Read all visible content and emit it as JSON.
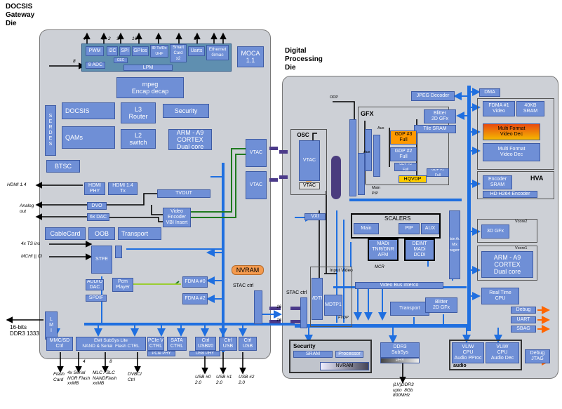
{
  "titles": {
    "left_die": "DOCSIS\nGateway\nDie",
    "right_die": "Digital\nProcessing\nDie"
  },
  "left_blocks": {
    "pwm": "PWM",
    "i2c": "I2C",
    "spi": "SPI",
    "gpios": "GPIos",
    "ir_uhf": "IR Tx/Rx\nUHF",
    "smart_card": "Smart\nCard\nx2",
    "uarts": "Uarts",
    "ethernet": "Ethernet\nGmac",
    "moca": "MOCA\n1.1",
    "adc": "8 ADC",
    "cec": "CEC",
    "lpm": "LPM",
    "mpeg": "mpeg\nEncap decap",
    "docsis": "DOCSIS",
    "l3_router": "L3\nRouter",
    "security": "Security",
    "serdes": "S\nE\nR\nD\nE\nS",
    "qams": "QAMs",
    "l2_switch": "L2\nswitch",
    "arm_a9": "ARM - A9\nCORTEX\nDual core",
    "btsc": "BTSC",
    "hdmi_phy": "HDMI\nPHY",
    "hdmi_tx": "HDMI 1.4\nTx",
    "tvout": "TVOUT",
    "dvo": "DVO",
    "dac6x": "6x DAC",
    "video_encoder": "Video\nEncoder\nVBI Insert",
    "vtac_top": "VTAC",
    "vtac_bottom": "VTAC",
    "cablecard": "CableCard",
    "oob": "OOB",
    "transport": "Transport",
    "stfe": "STFE",
    "nvram": "NVRAM",
    "audio_dac": "AUDIO\nDAC",
    "pcm_player": "Pcm\nPlayer",
    "spdif": "SPDIF",
    "fdma0": "FDMA #0",
    "fdma2": "FDMA #2",
    "stac_ctrl": "STAC ctrl",
    "lmi": "L\nM\nI",
    "mmc_sd": "MMC/SD\nCtrl",
    "emi": "EMI SubSys Lite\nNAND & Serial  Flash CTRL",
    "pcie_ctrl": "PCIe V\nCTRL",
    "pcie_phy": "PCIe PHY",
    "sata": "SATA\nCTRL",
    "usb0": "Ctrl\nUSB#0",
    "usb0_phy": "USB PHY",
    "usb1": "Ctrl\nUSB",
    "usb2": "Ctrl\nUSB"
  },
  "right_blocks": {
    "jpeg": "JPEG Decoder",
    "dma": "DMA",
    "fdma1": "FDMA #1\nVideo",
    "sram40": "40KB\nSRAM",
    "mf_dec1": "Multi Format\nVideo Dec",
    "mf_dec2": "Multi Format\nVideo Dec",
    "blitter_top": "Blitter\n2D GFx",
    "tile_sram": "Tile SRAM",
    "gfx": "GFX",
    "gdp3": "GDP #3\nFull",
    "gdp2": "GDP #2\nFull",
    "gdp_a": "GDP #3\nFull",
    "gdp_b": "GDP #1\nFull",
    "hqvdp": "HQVDP",
    "osc": "OSC",
    "vtac_osc": "VTAC",
    "vtac_label": "VTAC",
    "hva": "HVA",
    "encoder_sram": "Encoder\nSRAM",
    "h264": "HD H264 Encoder",
    "vxi": "VXI",
    "scalers": "SCALERS",
    "main": "Main",
    "pip": "PIP",
    "aux": "AUX",
    "madi": "MADi\nTNR/DNR\nAFM",
    "deint": "DEINT\nMADi\nDCDI",
    "mixer": "Main Aux Mix Management",
    "gfx3d": "3D GFx",
    "vcore2": "Vcore2",
    "vcore1": "Vcore1",
    "arm_right": "ARM - A9\nCORTEX\nDual core",
    "input_video": "Input Video",
    "mcr": "MCR",
    "video_bus": "Video Bus interco",
    "mdtp": "MDTP",
    "mdtp1": "MDTP1",
    "fvdp": "FVDP",
    "stac_right": "STAC ctrl",
    "realtime": "Real Time\nCPU",
    "transport_r": "Transport",
    "blitter_bot": "Blitter\n2D GFx",
    "debug": "Debug",
    "uart": "UART",
    "sbag": "SBAG",
    "sec_title": "Security",
    "sram": "SRAM",
    "processor": "Processor",
    "nvram_r": "NVRAM",
    "ddr3": "DDR3\nSubSys",
    "phy": "PHY",
    "vliw1": "VLIW\nCPU\nAudio PProc",
    "vliw2": "VLIW\nCPU\nAudio Dec",
    "audio": "audio",
    "debug_jtag": "Debug\nJTAG"
  },
  "externals": {
    "hdmi14": "HDMI 1.4",
    "analog": "Analog\nout",
    "ts": "4x TS ins",
    "mchi": "MCHI || CI",
    "ddr": "16-bits\nDDR3 1333",
    "flash_card": "Flash\nCard",
    "serial_nor": "4x Serial\nNOR Flash\nxxMB",
    "nand": "MLC / SLC\nNANDFlash\nxxMB",
    "dvbci": "DVBCI\nCtrl",
    "usb0": "USB #0\n2.0",
    "usb1": "USB #1\n2.0",
    "usb2": "USB #2\n2.0",
    "lvddr": "(LV)DDR3\nupto  8Gb\n800MHz"
  },
  "bus_labels": {
    "n4a": "4",
    "n4b": "4",
    "n2": "2",
    "n3": "3",
    "n16a": "16",
    "n3b": "3",
    "n8": "8",
    "n16": "16",
    "n16b": "16",
    "n4c": "4",
    "n8b": "8",
    "odp": "ODP",
    "aux_l": "Aux",
    "aux_r": "Aux",
    "main_pip": "Main\nPIP"
  },
  "colors": {
    "die": "#cdd0d6",
    "block": "#6f8fd6",
    "bus": "#1f6fe0",
    "gdp": "#ff9900",
    "hqvdp": "#ffcc00",
    "ext_arrow": "#ff6600",
    "green_link": "#1f7a1f"
  }
}
